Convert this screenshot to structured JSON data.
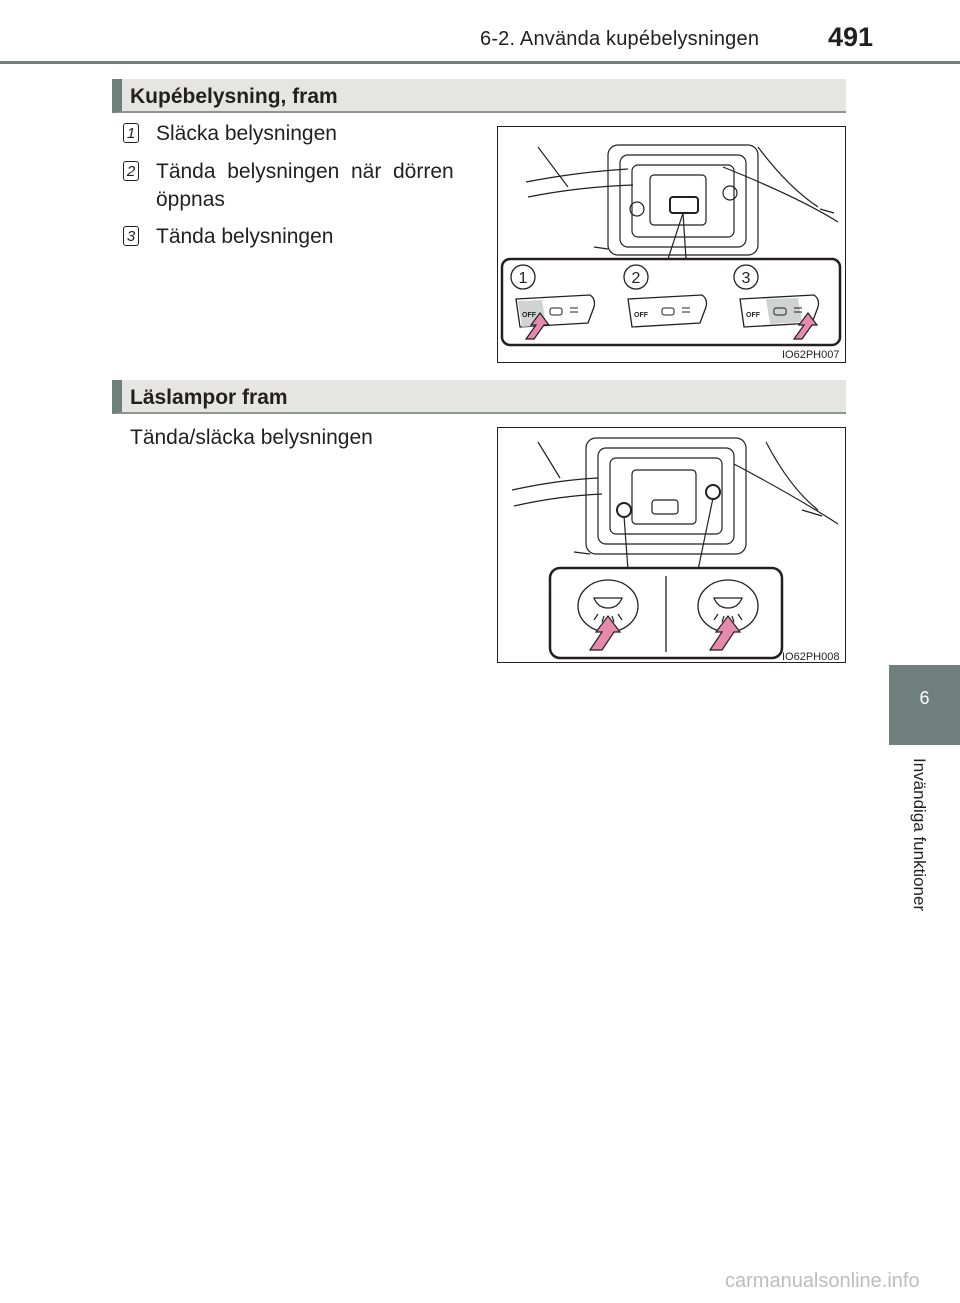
{
  "header": {
    "title": "6-2. Använda kupébelysningen",
    "page_number": "491"
  },
  "section1": {
    "heading": "Kupébelysning, fram",
    "items": [
      {
        "num": "1",
        "text": "Släcka belysningen"
      },
      {
        "num": "2",
        "text_line1": "Tända  belysningen  när  dörren",
        "text_line2": "öppnas"
      },
      {
        "num": "3",
        "text": "Tända belysningen"
      }
    ],
    "figure": {
      "code": "IO62PH007",
      "callouts": [
        "1",
        "2",
        "3"
      ],
      "switch_label": "OFF"
    }
  },
  "section2": {
    "heading": "Läslampor fram",
    "text": "Tända/släcka belysningen",
    "figure": {
      "code": "IO62PH008"
    }
  },
  "sidebar": {
    "chapter": "6",
    "label": "Invändiga funktioner"
  },
  "watermark": "carmanualsonline.info",
  "colors": {
    "accent": "#6f7f7b",
    "arrow": "#e58aaa",
    "heading_bg": "#e5e6e3"
  }
}
